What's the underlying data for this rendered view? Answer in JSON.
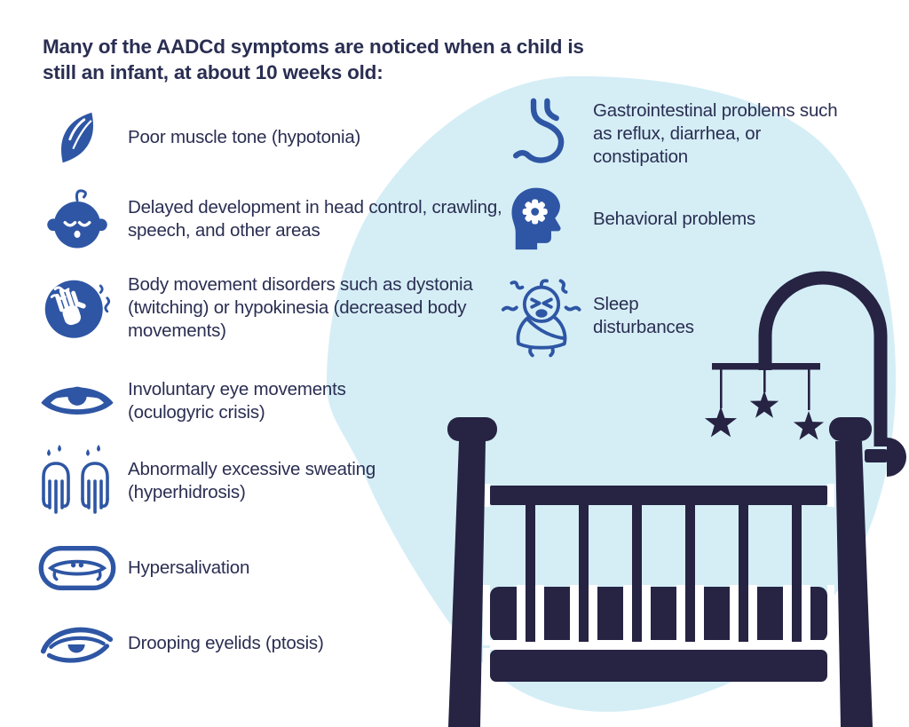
{
  "title": "Many of the AADCd symptoms are noticed when a child is still an infant, at about 10 weeks old:",
  "colors": {
    "accent_blue": "#2E56A4",
    "navy": "#262343",
    "text_navy": "#2A2E52",
    "blob_light_blue": "#D5EEF6",
    "background": "#FFFFFF"
  },
  "symptoms_left": [
    {
      "icon": "muscle-icon",
      "text": "Poor muscle tone (hypotonia)"
    },
    {
      "icon": "sleeping-baby-head-icon",
      "text": "Delayed development in head control, crawling, speech, and other areas"
    },
    {
      "icon": "twitching-hand-icon",
      "text": "Body movement disorders such as dystonia (twitching) or hypokinesia (decreased body movements)"
    },
    {
      "icon": "rolled-eye-icon",
      "text": "Involuntary eye movements (oculogyric crisis)"
    },
    {
      "icon": "sweating-hands-icon",
      "text": "Abnormally excessive sweating (hyperhidrosis)"
    },
    {
      "icon": "drooling-mouth-icon",
      "text": "Hypersalivation"
    },
    {
      "icon": "drooping-eyelid-icon",
      "text": "Drooping eyelids (ptosis)"
    }
  ],
  "symptoms_right": [
    {
      "icon": "stomach-icon",
      "text": "Gastrointestinal problems such as reflux, diarrhea, or constipation"
    },
    {
      "icon": "head-gear-icon",
      "text": "Behavioral problems"
    },
    {
      "icon": "crying-baby-icon",
      "text": "Sleep disturbances"
    }
  ],
  "illustration": {
    "name": "baby-crib-with-star-mobile",
    "elements": [
      "light blue blob background",
      "dark navy crib",
      "mobile arm",
      "three hanging stars",
      "winding crank"
    ]
  }
}
